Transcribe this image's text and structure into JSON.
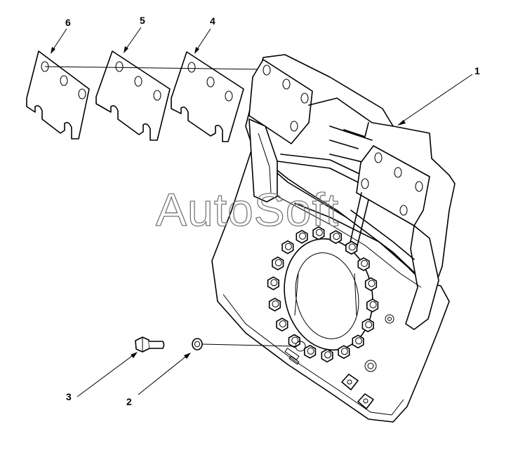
{
  "callouts": [
    {
      "label": "1"
    },
    {
      "label": "2"
    },
    {
      "label": "3"
    },
    {
      "label": "4"
    },
    {
      "label": "5"
    },
    {
      "label": "6"
    }
  ],
  "watermark": "AutoSoft"
}
